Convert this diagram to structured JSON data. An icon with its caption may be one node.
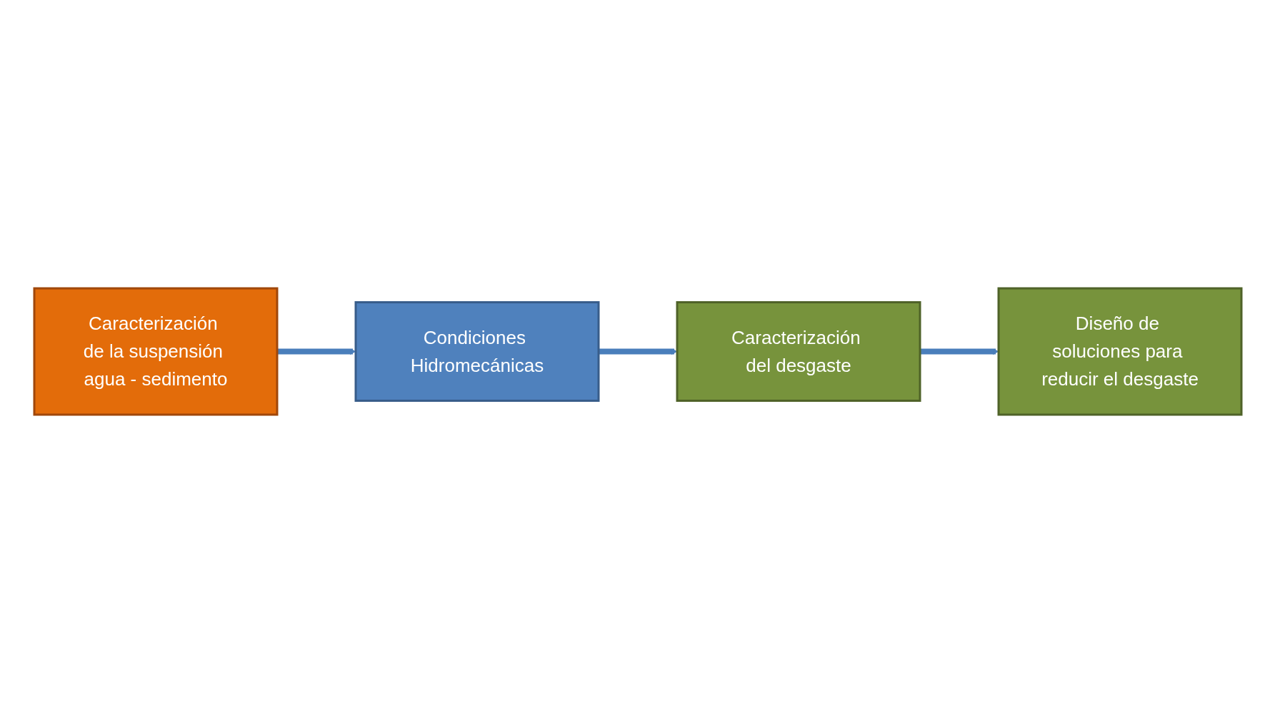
{
  "diagram": {
    "nodes": [
      {
        "text": [
          "Caracterización de la suspensión agua - sedimento"
        ]
      },
      {
        "text": [
          "Condiciones Hidromecánicas"
        ]
      },
      {
        "text": [
          "Caracterización del desgaste"
        ]
      },
      {
        "text": [
          "Diseño de soluciones para reducir el desgaste"
        ]
      }
    ],
    "edges": [
      {
        "from": 0,
        "to": 1,
        "arrow": "to"
      },
      {
        "from": 1,
        "to": 2,
        "arrow": "to"
      },
      {
        "from": 2,
        "to": 3,
        "arrow": "to"
      }
    ]
  }
}
